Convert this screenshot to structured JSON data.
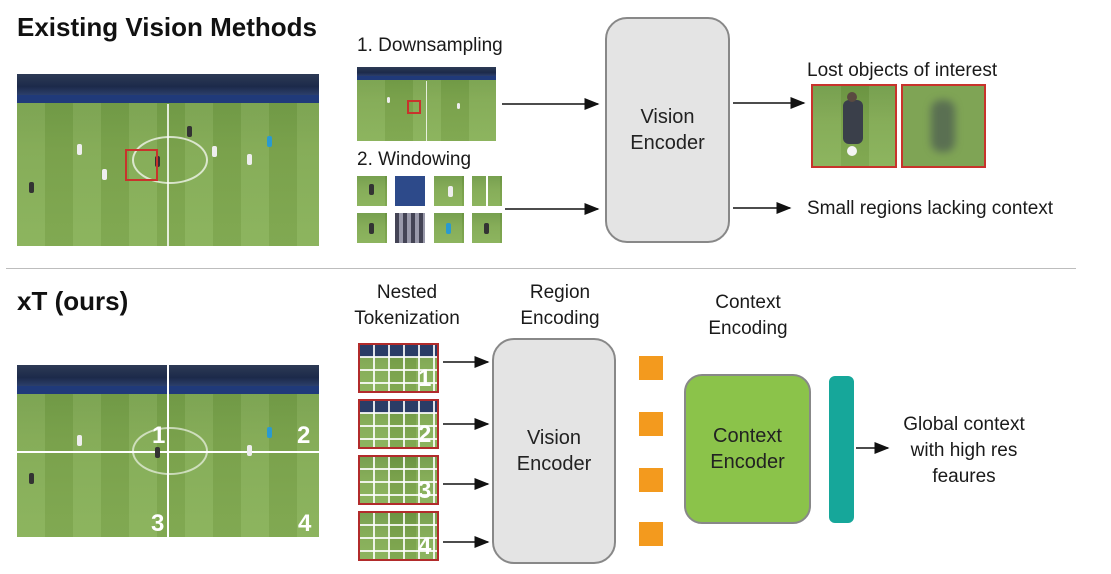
{
  "top": {
    "title": "Existing Vision Methods",
    "step1": "1. Downsampling",
    "step2": "2. Windowing",
    "encoder_line1": "Vision",
    "encoder_line2": "Encoder",
    "out1": "Lost objects of interest",
    "out2": "Small regions lacking context"
  },
  "bottom": {
    "title": "xT (ours)",
    "nested_line1": "Nested",
    "nested_line2": "Tokenization",
    "region_line1": "Region",
    "region_line2": "Encoding",
    "context_line1": "Context",
    "context_line2": "Encoding",
    "encoder_line1": "Vision",
    "encoder_line2": "Encoder",
    "ctx_encoder_line1": "Context",
    "ctx_encoder_line2": "Encoder",
    "out_line1": "Global context",
    "out_line2": "with high res",
    "out_line3": "feaures",
    "quadrants": [
      "1",
      "2",
      "3",
      "4"
    ],
    "tiles": [
      "1",
      "2",
      "3",
      "4"
    ]
  },
  "colors": {
    "red_box": "#c8332c",
    "orange_token": "#f39a1e",
    "teal_bar": "#16a79a",
    "context_encoder": "#8bc34a",
    "vision_encoder": "#e4e4e4"
  }
}
